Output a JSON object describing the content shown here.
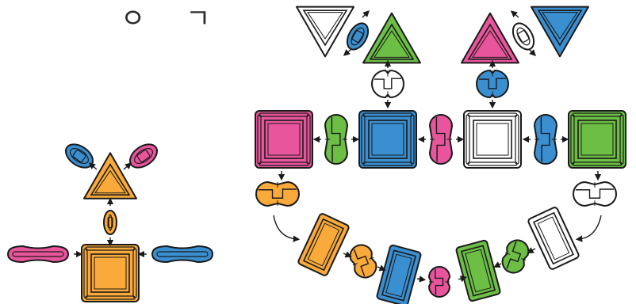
{
  "title": "ㅇ ㄱ",
  "colors": {
    "outline": "#1a1a1a",
    "orange": "#f9aa3a",
    "pink": "#e8559c",
    "blue": "#3a8fd1",
    "green": "#6cbe45",
    "white": "#ffffff"
  },
  "left_figure": {
    "pieces": [
      {
        "name": "left-triangle",
        "shape": "triangle",
        "color": "orange"
      },
      {
        "name": "left-square",
        "shape": "square",
        "color": "orange"
      },
      {
        "name": "left-connector-blue-oval",
        "shape": "oval-connector",
        "color": "blue"
      },
      {
        "name": "left-connector-pink-oval",
        "shape": "oval-connector",
        "color": "pink"
      },
      {
        "name": "left-connector-orange-small",
        "shape": "small-connector",
        "color": "orange"
      },
      {
        "name": "left-connector-pink-long",
        "shape": "long-connector",
        "color": "pink"
      },
      {
        "name": "left-connector-blue-long",
        "shape": "long-connector",
        "color": "blue"
      }
    ]
  },
  "right_figure": {
    "top_triangles": [
      {
        "name": "triangle-white-inverted",
        "color": "white"
      },
      {
        "name": "triangle-green",
        "color": "green"
      },
      {
        "name": "triangle-pink",
        "color": "pink"
      },
      {
        "name": "triangle-blue-inverted",
        "color": "blue"
      }
    ],
    "squares": [
      {
        "name": "square-pink",
        "color": "pink"
      },
      {
        "name": "square-blue",
        "color": "blue"
      },
      {
        "name": "square-white",
        "color": "white"
      },
      {
        "name": "square-green",
        "color": "green"
      }
    ],
    "square_connectors": [
      "green",
      "pink",
      "blue"
    ],
    "triangle_connectors": [
      "blue",
      "white"
    ],
    "vertical_connectors": [
      "white",
      "blue"
    ],
    "side_connectors": [
      "orange",
      "white"
    ],
    "bottom_arc": [
      {
        "name": "arc-rect-orange",
        "color": "orange"
      },
      {
        "name": "arc-connector-orange",
        "color": "orange"
      },
      {
        "name": "arc-rect-blue",
        "color": "blue"
      },
      {
        "name": "arc-connector-pink",
        "color": "pink"
      },
      {
        "name": "arc-rect-green",
        "color": "green"
      },
      {
        "name": "arc-connector-green",
        "color": "green"
      },
      {
        "name": "arc-rect-white",
        "color": "white"
      }
    ]
  }
}
